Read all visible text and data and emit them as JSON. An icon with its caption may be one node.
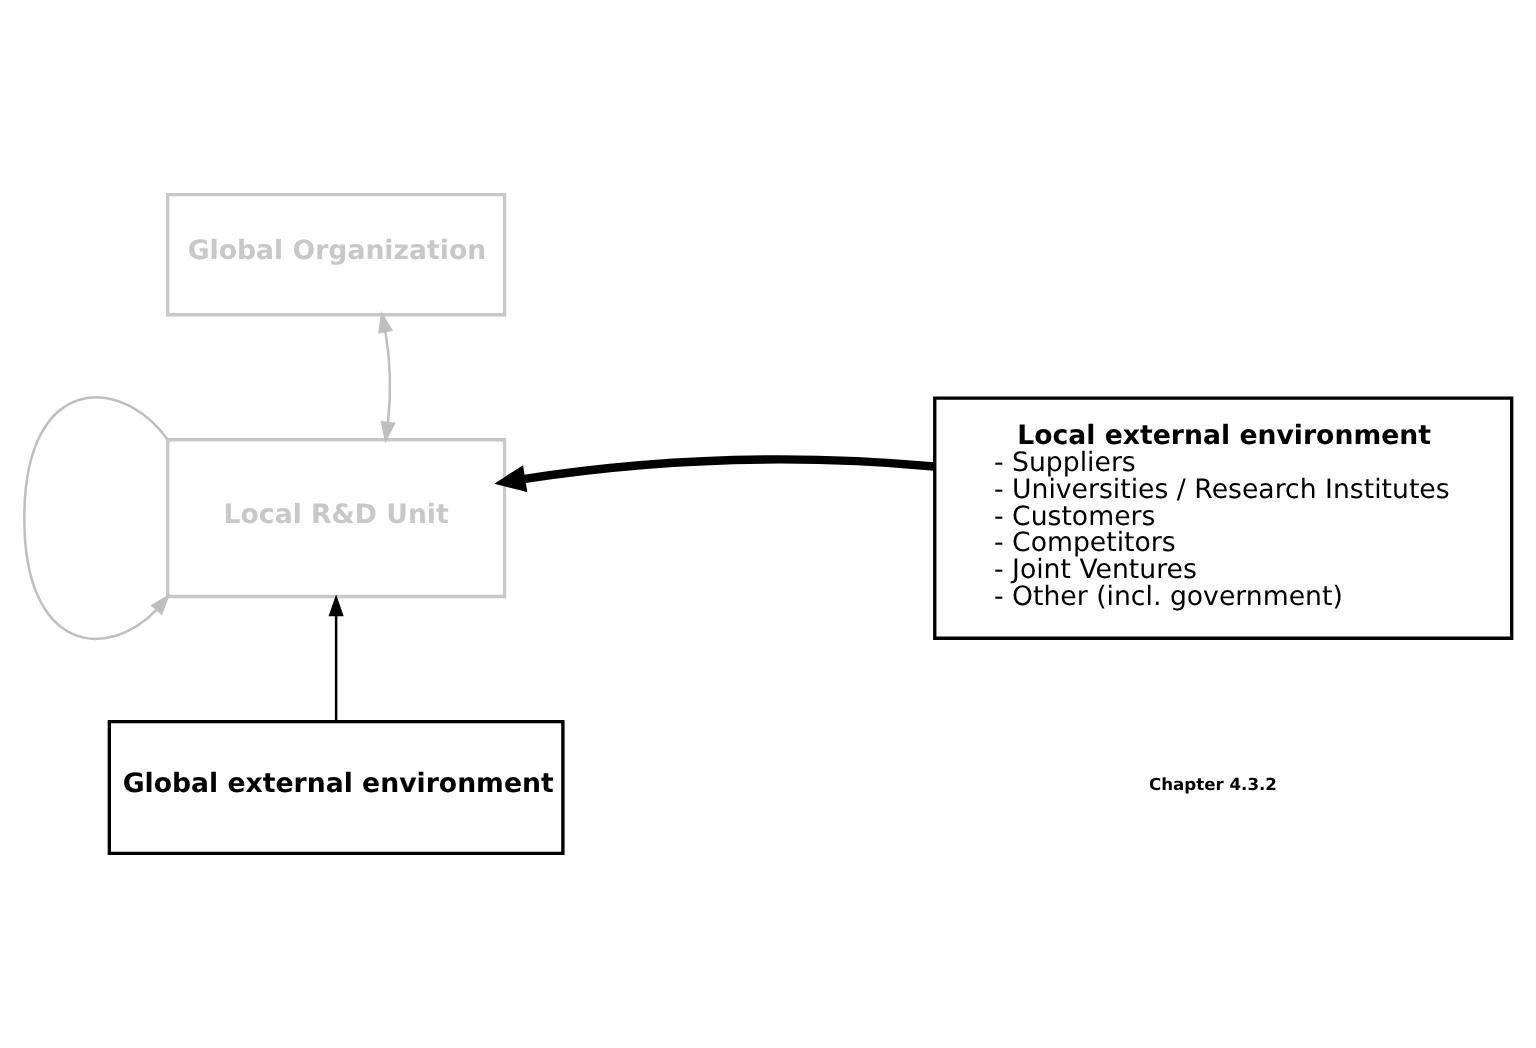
{
  "diagram": {
    "nodes": [
      {
        "text": [
          "Global Organization"
        ]
      },
      {
        "text": [
          "Local R&D Unit"
        ]
      },
      {
        "text": [
          "Local external environment",
          "- Suppliers",
          "- Universities / Research Institutes",
          "- Customers",
          "- Competitors",
          "- Joint Ventures",
          "- Other (incl. government)"
        ]
      },
      {
        "text": [
          "Global external environment"
        ]
      }
    ],
    "edges": [
      {
        "from": 0,
        "to": 1,
        "arrow": "both",
        "color": "#bfbfbf"
      },
      {
        "from": 1,
        "to": 1,
        "arrow": "to",
        "color": "#bfbfbf"
      },
      {
        "from": 2,
        "to": 1,
        "arrow": "to",
        "style": "thick",
        "color": "#000000"
      },
      {
        "from": 3,
        "to": 1,
        "arrow": "to",
        "color": "#000000"
      }
    ],
    "labels": [
      "Chapter 4.3.2"
    ]
  }
}
